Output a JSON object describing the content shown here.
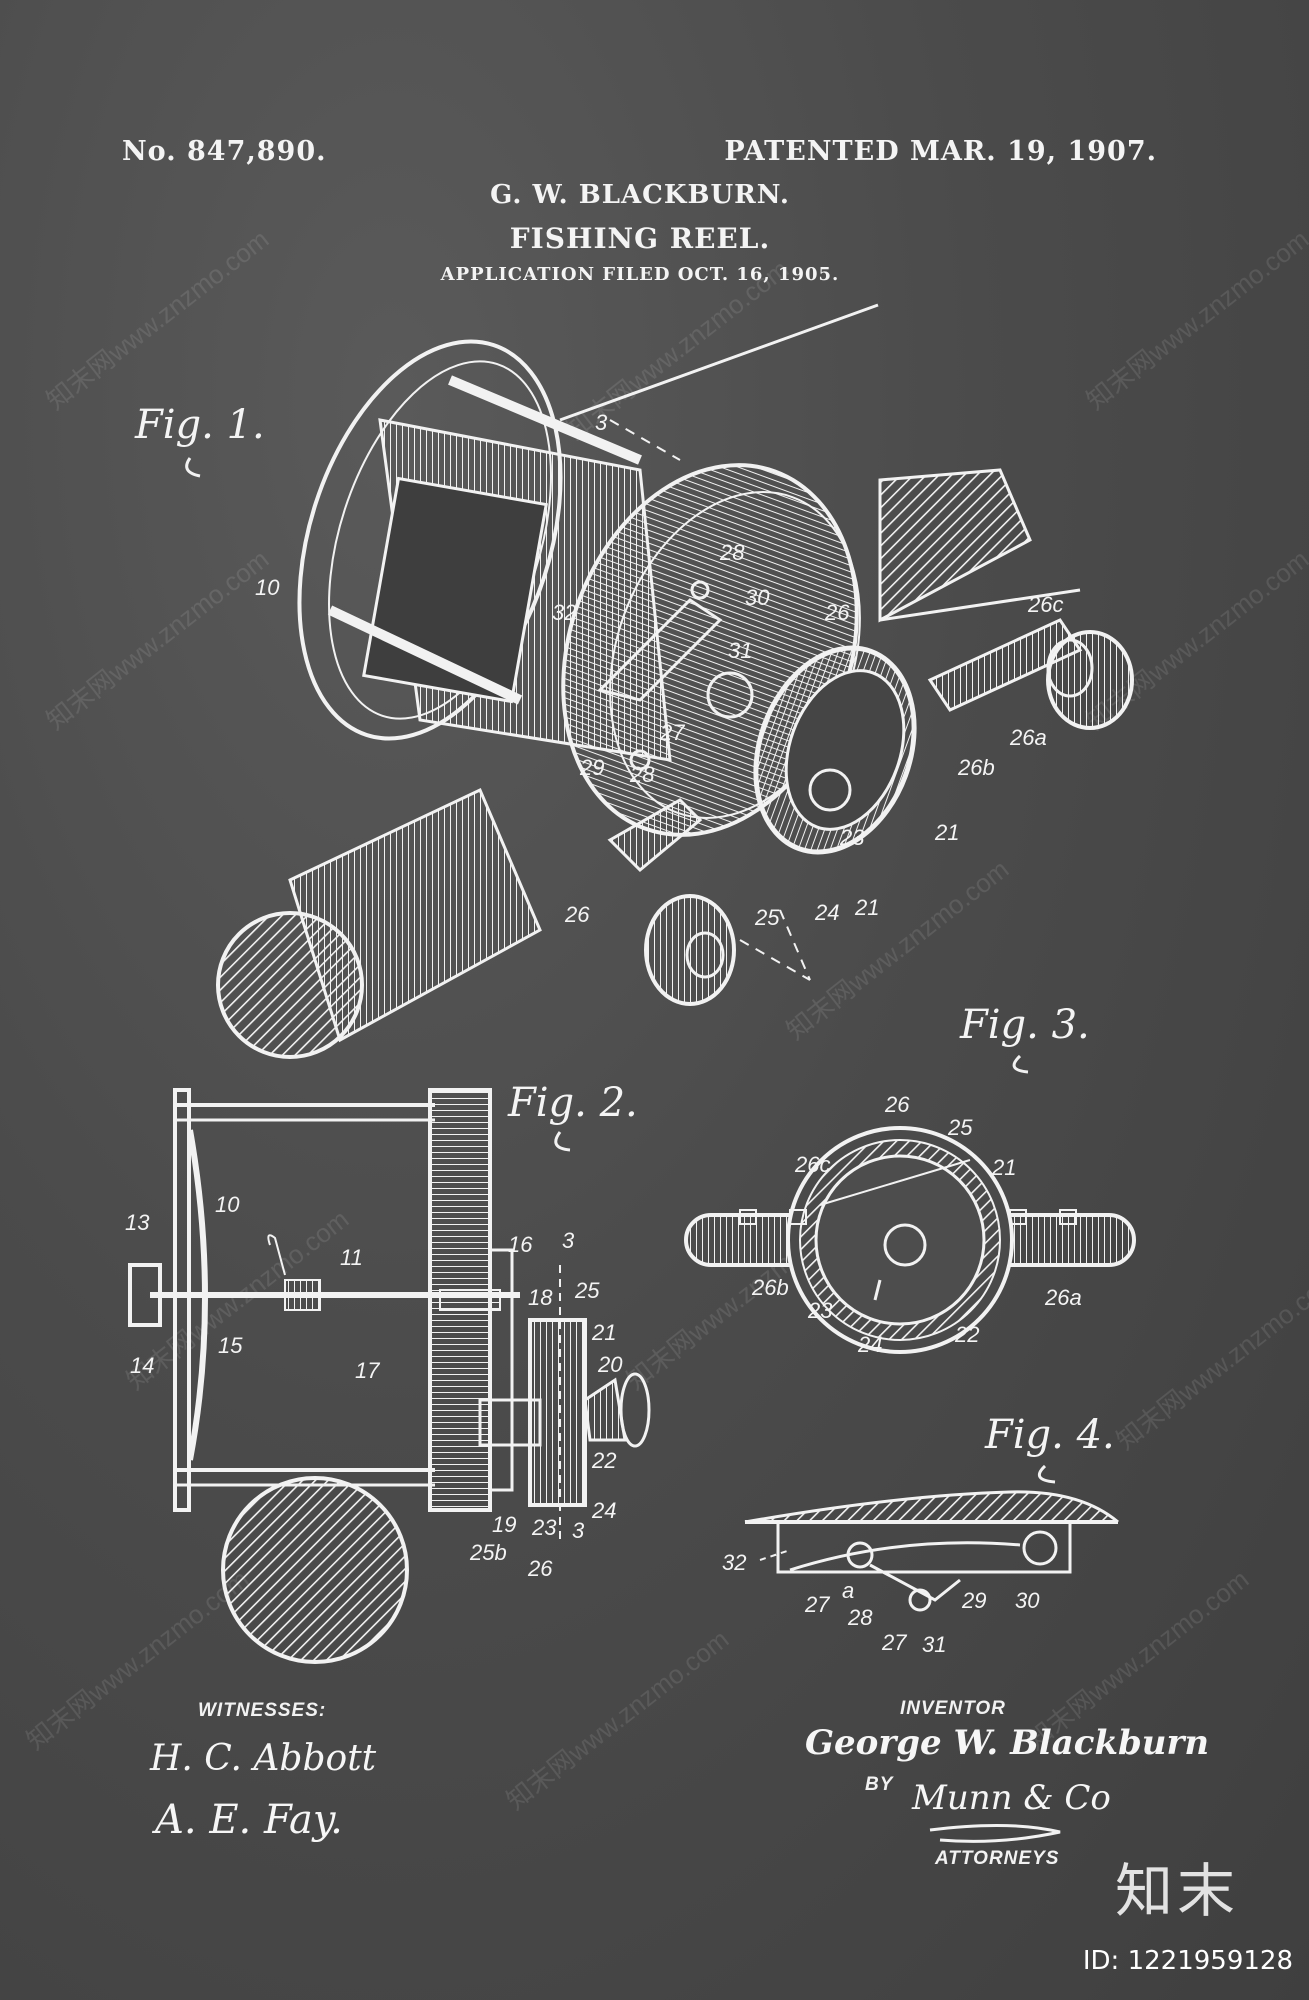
{
  "header": {
    "patent_no": "No. 847,890.",
    "patented": "PATENTED MAR. 19, 1907.",
    "inventor_name": "G. W. BLACKBURN.",
    "title": "FISHING REEL.",
    "application": "APPLICATION FILED OCT. 16, 1905."
  },
  "figures": {
    "fig1": "Fig. 1.",
    "fig2": "Fig. 2.",
    "fig3": "Fig. 3.",
    "fig4": "Fig. 4."
  },
  "labels": {
    "fig1": [
      "10",
      "32",
      "28",
      "30",
      "26",
      "31",
      "27",
      "29",
      "28",
      "26c",
      "26a",
      "26b",
      "21",
      "23",
      "26",
      "25",
      "24",
      "21",
      "3"
    ],
    "fig2": [
      "13",
      "10",
      "11",
      "16",
      "3",
      "18",
      "25",
      "14",
      "15",
      "17",
      "21",
      "20",
      "22",
      "19",
      "23",
      "3",
      "24",
      "25b",
      "26"
    ],
    "fig3": [
      "26",
      "25",
      "26c",
      "21",
      "26b",
      "23",
      "24",
      "22",
      "26a"
    ],
    "fig4": [
      "32",
      "a",
      "27",
      "28",
      "27",
      "31",
      "29",
      "30"
    ]
  },
  "signatures": {
    "witnesses_label": "WITNESSES:",
    "witness1": "H. C. Abbott",
    "witness2": "A. E. Fay.",
    "inventor_label": "INVENTOR",
    "inventor": "George W. Blackburn",
    "by_label": "BY",
    "attorney_sig": "Munn & Co",
    "attorneys_label": "ATTORNEYS"
  },
  "watermark": {
    "text": "知末网www.znzmo.com",
    "brand": "知末",
    "image_id": "ID: 1221959128"
  },
  "colors": {
    "chalkboard": "#4a4a4a",
    "chalk": "#f2f2f2"
  }
}
